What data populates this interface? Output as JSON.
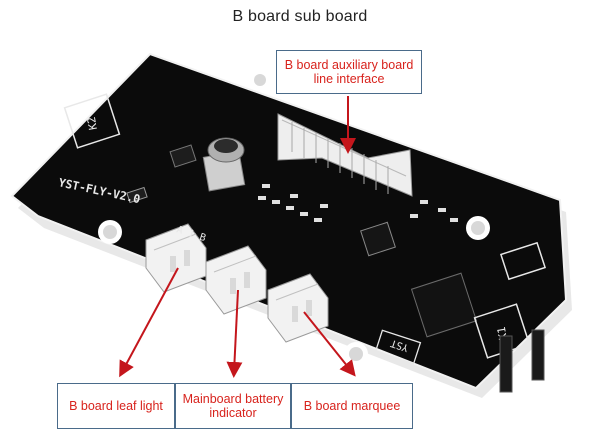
{
  "title": "B board sub board",
  "callouts": {
    "aux_interface": "B board auxiliary board line interface",
    "leaf_light": "B board leaf light",
    "battery_indicator": "Mainboard battery indicator",
    "marquee": "B board marquee"
  },
  "silkscreen": {
    "model": "YST-FLY-V2.0",
    "k2": "K2",
    "k1": "K1",
    "brand": "YST",
    "conn": "A 1 B"
  },
  "colors": {
    "board": "#0b0b0b",
    "callout_text": "#d8231d",
    "callout_border": "#4a6b8a",
    "arrow": "#c4161c"
  }
}
